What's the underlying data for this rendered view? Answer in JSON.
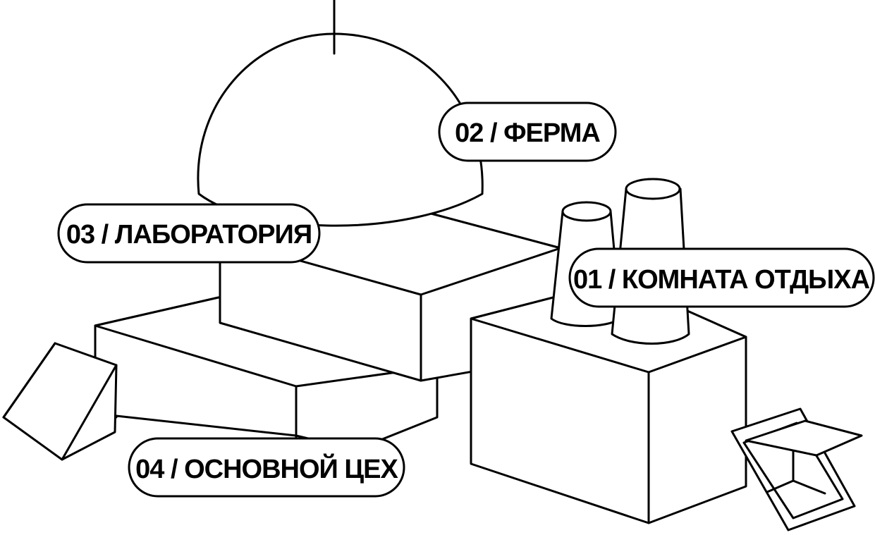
{
  "zones": [
    {
      "id": "rest-room",
      "label": "01 / КОМНАТА ОТДЫХА"
    },
    {
      "id": "farm",
      "label": "02 / ФЕРМА"
    },
    {
      "id": "laboratory",
      "label": "03 / ЛАБОРАТОРИЯ"
    },
    {
      "id": "main-workshop",
      "label": "04 / ОСНОВНОЙ ЦЕХ"
    }
  ],
  "colors": {
    "stroke": "#000000",
    "fill": "#ffffff"
  }
}
